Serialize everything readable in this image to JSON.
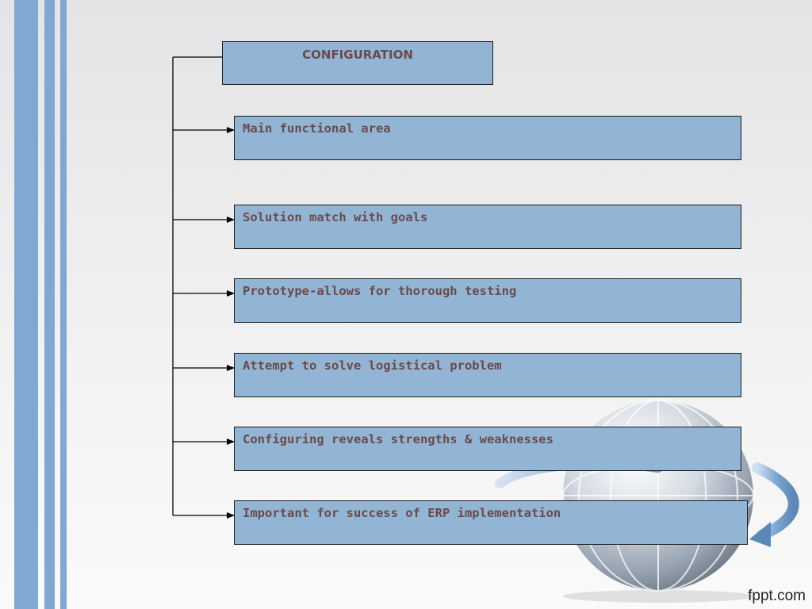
{
  "diagram": {
    "title": "CONFIGURATION",
    "items": [
      "Main functional area",
      "Solution match with goals",
      "Prototype-allows for thorough testing",
      "Attempt to solve logistical problem",
      "Configuring reveals strengths & weaknesses",
      "Important for success of ERP implementation"
    ]
  },
  "footer": {
    "brand": "fppt.com"
  },
  "colors": {
    "box_fill": "#93b5d5",
    "text": "#6a4a4a",
    "stripe": "#7fa8d3"
  },
  "icons": {
    "decoration": "globe-icon"
  }
}
